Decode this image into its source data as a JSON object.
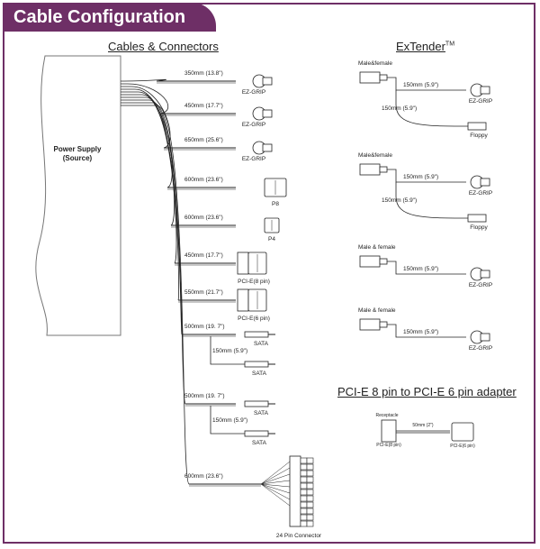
{
  "title": "Cable Configuration",
  "sections": {
    "cables_connectors": "Cables & Connectors",
    "extender": "ExTender",
    "extender_tm": "TM",
    "adapter": "PCI-E 8 pin to PCI-E 6 pin adapter"
  },
  "power_supply": {
    "line1": "Power Supply",
    "line2": "(Source)"
  },
  "cables": [
    {
      "length": "350mm (13.8\")",
      "connector": "EZ-GRIP"
    },
    {
      "length": "450mm (17.7\")",
      "connector": "EZ-GRIP"
    },
    {
      "length": "650mm (25.6\")",
      "connector": "EZ-GRIP"
    },
    {
      "length": "600mm (23.6\")",
      "connector": "P8"
    },
    {
      "length": "600mm (23.6\")",
      "connector": "P4"
    },
    {
      "length": "450mm (17.7\")",
      "connector": "PCI-E(8 pin)"
    },
    {
      "length": "550mm (21.7\")",
      "connector": "PCI-E(6 pin)"
    },
    {
      "length": "500mm (19. 7\")",
      "connector": "SATA",
      "branch_length": "150mm (5.9\")",
      "branch_connector": "SATA"
    },
    {
      "length": "500mm (19. 7\")",
      "connector": "SATA",
      "branch_length": "150mm (5.9\")",
      "branch_connector": "SATA"
    },
    {
      "length": "600mm (23.6\")",
      "connector": "24 Pin Connector"
    }
  ],
  "extenders": [
    {
      "source": "Male&female",
      "length_a": "150mm (5.9\")",
      "connector_a": "EZ-GRIP",
      "length_b": "150mm (5.9\")",
      "connector_b": "Floppy"
    },
    {
      "source": "Male&female",
      "length_a": "150mm (5.9\")",
      "connector_a": "EZ-GRIP",
      "length_b": "150mm (5.9\")",
      "connector_b": "Floppy"
    },
    {
      "source": "Male & female",
      "length_a": "150mm (5.9\")",
      "connector_a": "EZ-GRIP"
    },
    {
      "source": "Male & female",
      "length_a": "150mm (5.9\")",
      "connector_a": "EZ-GRIP"
    }
  ],
  "adapter": {
    "receptacle": "Receptacle",
    "length": "50mm (2\")",
    "from": "PCI-E(8 pin)",
    "to": "PCI-E(6 pin)"
  },
  "colors": {
    "accent": "#6e2f66",
    "line": "#222222"
  }
}
